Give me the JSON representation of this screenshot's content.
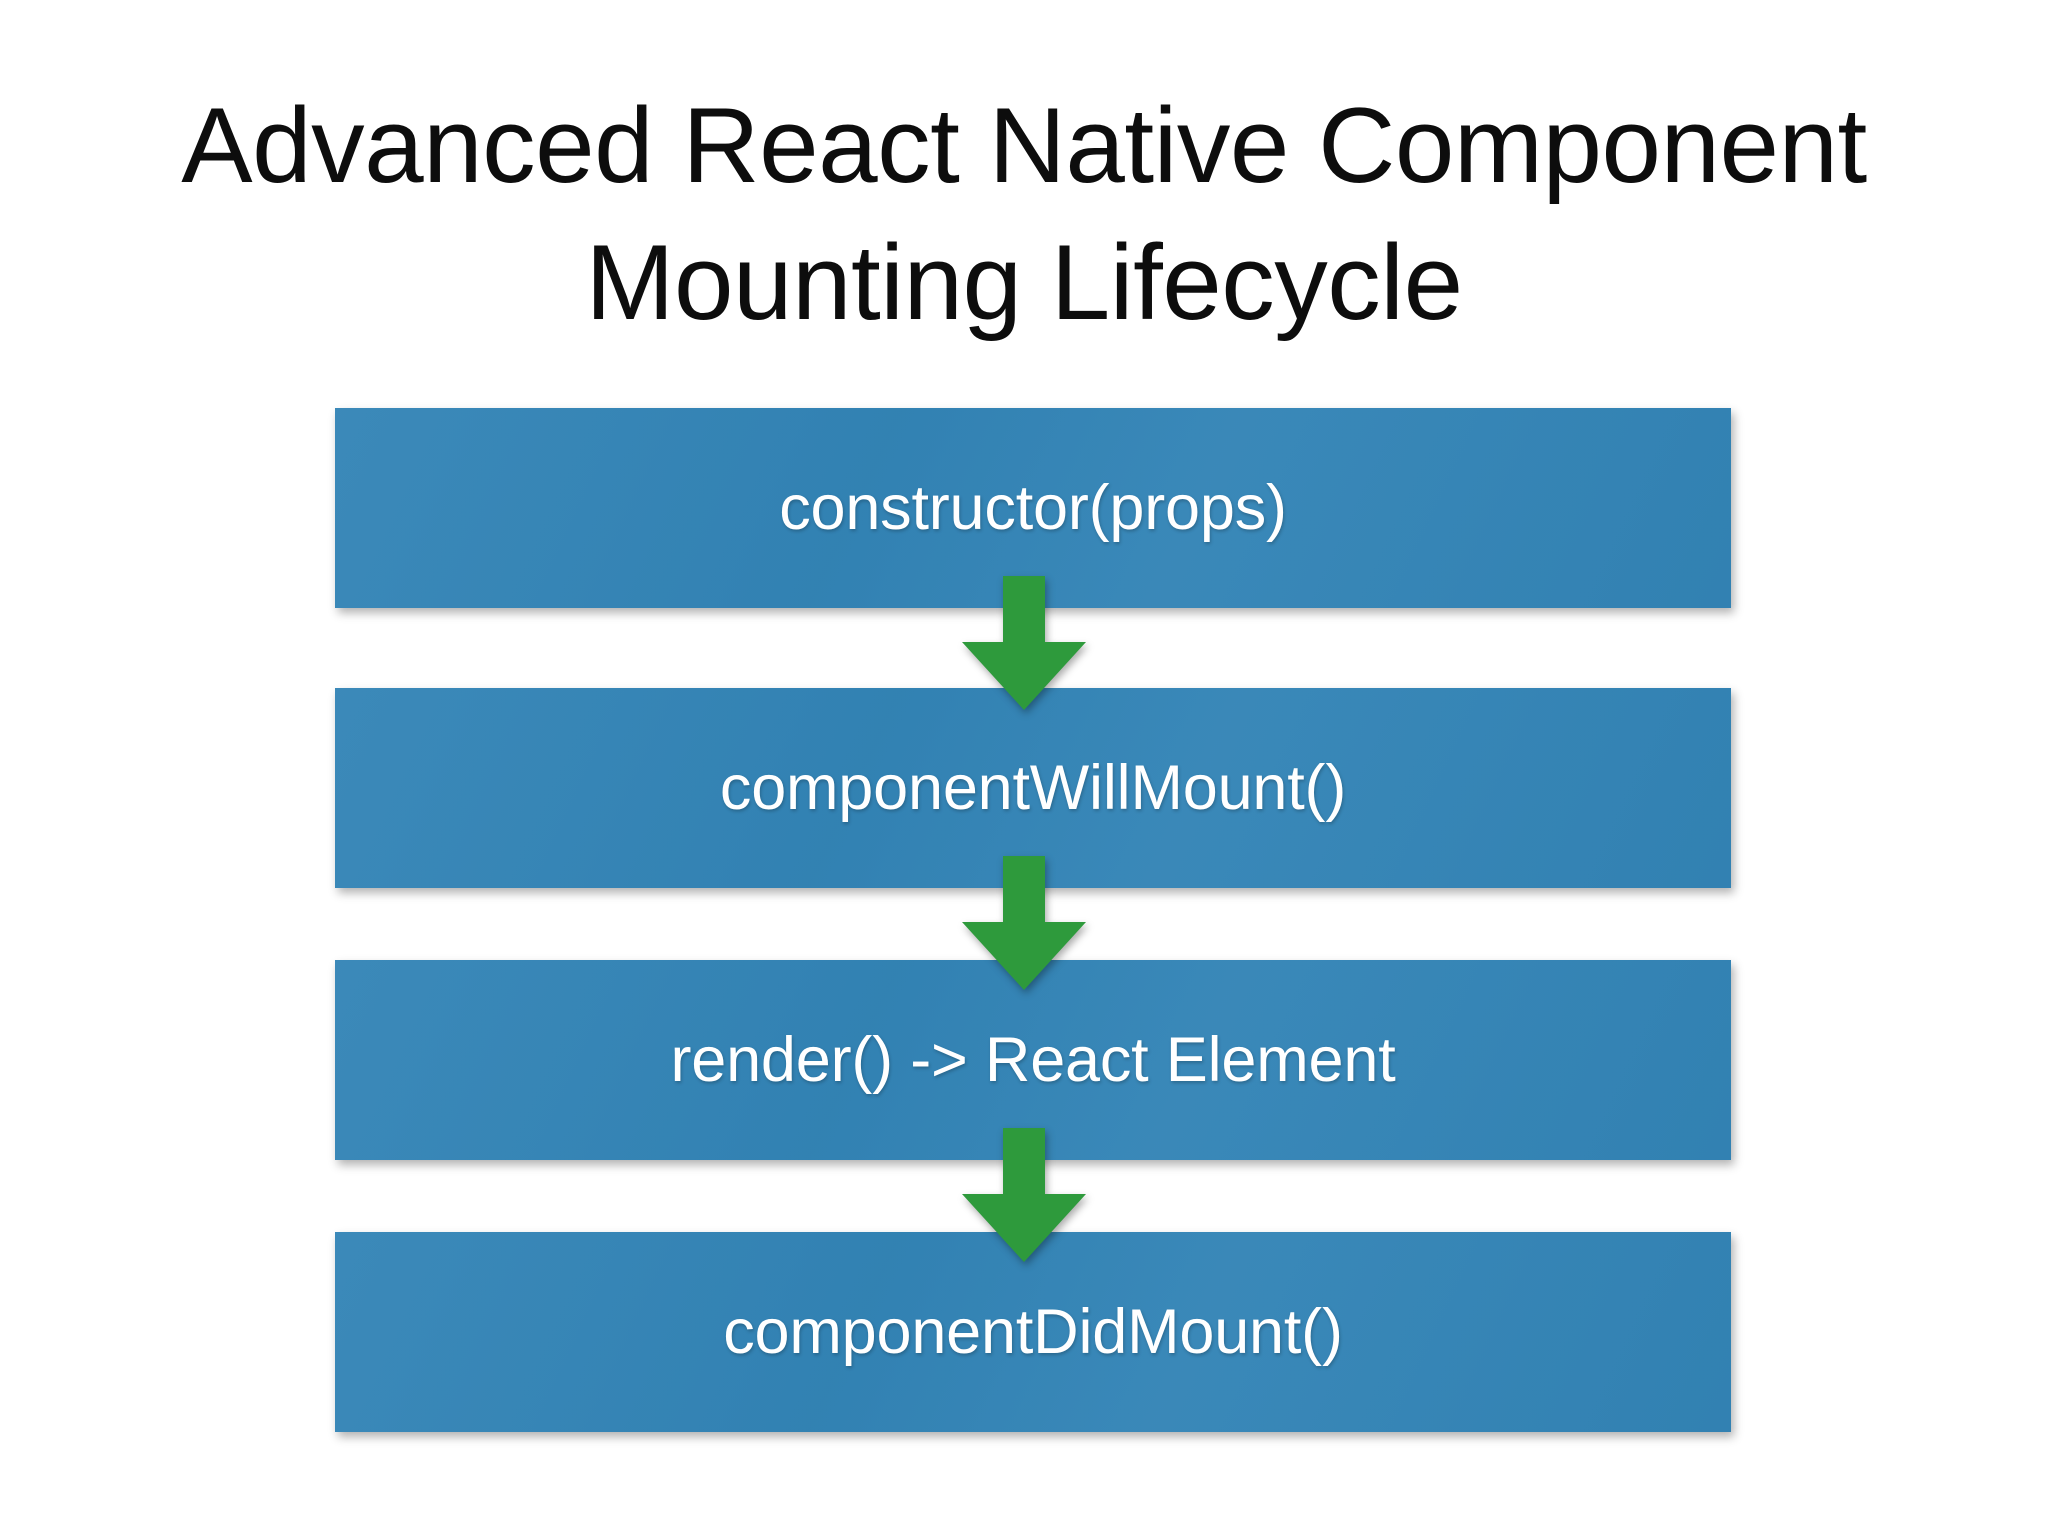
{
  "slide": {
    "background_color": "#ffffff",
    "title": {
      "text": "Advanced React Native Component Mounting Lifecycle",
      "line1": "Advanced React Native Component",
      "line2": "Mounting Lifecycle",
      "color": "#0d0d0d"
    },
    "diagram": {
      "type": "vertical-flow",
      "box_color": "#2c80b4",
      "box_text_color": "#ffffff",
      "arrow_color": "#2e9a3c",
      "arrow_icon": "arrow-down-icon",
      "steps": [
        {
          "label": "constructor(props)"
        },
        {
          "label": "componentWillMount()"
        },
        {
          "label": "render() -> React Element"
        },
        {
          "label": "componentDidMount()"
        }
      ],
      "connectors": [
        {
          "from": "constructor(props)",
          "to": "componentWillMount()"
        },
        {
          "from": "componentWillMount()",
          "to": "render() -> React Element"
        },
        {
          "from": "render() -> React Element",
          "to": "componentDidMount()"
        }
      ]
    }
  }
}
